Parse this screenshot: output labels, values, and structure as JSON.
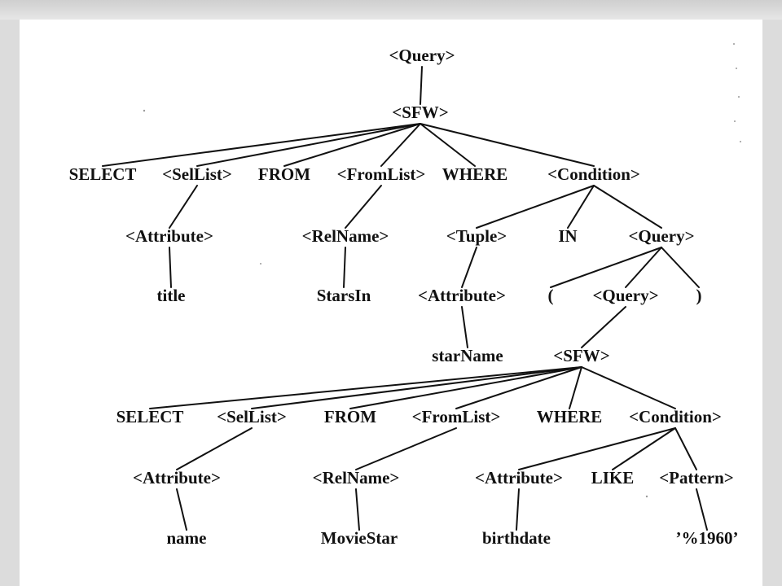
{
  "diagram": {
    "nodes": [
      {
        "id": "q1",
        "label": "<Query>"
      },
      {
        "id": "sfw1",
        "label": "<SFW>"
      },
      {
        "id": "select1",
        "label": "SELECT"
      },
      {
        "id": "sellist1",
        "label": "<SelList>"
      },
      {
        "id": "from1",
        "label": "FROM"
      },
      {
        "id": "fromlist1",
        "label": "<FromList>"
      },
      {
        "id": "where1",
        "label": "WHERE"
      },
      {
        "id": "cond1",
        "label": "<Condition>"
      },
      {
        "id": "attr1",
        "label": "<Attribute>"
      },
      {
        "id": "relname1",
        "label": "<RelName>"
      },
      {
        "id": "tuple1",
        "label": "<Tuple>"
      },
      {
        "id": "in1",
        "label": "IN"
      },
      {
        "id": "q2",
        "label": "<Query>"
      },
      {
        "id": "title",
        "label": "title"
      },
      {
        "id": "starsin",
        "label": "StarsIn"
      },
      {
        "id": "attr2",
        "label": "<Attribute>"
      },
      {
        "id": "lparen",
        "label": "("
      },
      {
        "id": "q3",
        "label": "<Query>"
      },
      {
        "id": "rparen",
        "label": ")"
      },
      {
        "id": "starname",
        "label": "starName"
      },
      {
        "id": "sfw2",
        "label": "<SFW>"
      },
      {
        "id": "select2",
        "label": "SELECT"
      },
      {
        "id": "sellist2",
        "label": "<SelList>"
      },
      {
        "id": "from2",
        "label": "FROM"
      },
      {
        "id": "fromlist2",
        "label": "<FromList>"
      },
      {
        "id": "where2",
        "label": "WHERE"
      },
      {
        "id": "cond2",
        "label": "<Condition>"
      },
      {
        "id": "attr3",
        "label": "<Attribute>"
      },
      {
        "id": "relname2",
        "label": "<RelName>"
      },
      {
        "id": "attr4",
        "label": "<Attribute>"
      },
      {
        "id": "like",
        "label": "LIKE"
      },
      {
        "id": "pattern",
        "label": "<Pattern>"
      },
      {
        "id": "name",
        "label": "name"
      },
      {
        "id": "moviestar",
        "label": "MovieStar"
      },
      {
        "id": "birthdate",
        "label": "birthdate"
      },
      {
        "id": "pct1960",
        "label": "’%1960’"
      }
    ],
    "edges": [
      [
        "q1",
        "sfw1"
      ],
      [
        "sfw1",
        "select1"
      ],
      [
        "sfw1",
        "sellist1"
      ],
      [
        "sfw1",
        "from1"
      ],
      [
        "sfw1",
        "fromlist1"
      ],
      [
        "sfw1",
        "where1"
      ],
      [
        "sfw1",
        "cond1"
      ],
      [
        "sellist1",
        "attr1"
      ],
      [
        "fromlist1",
        "relname1"
      ],
      [
        "cond1",
        "tuple1"
      ],
      [
        "cond1",
        "in1"
      ],
      [
        "cond1",
        "q2"
      ],
      [
        "attr1",
        "title"
      ],
      [
        "relname1",
        "starsin"
      ],
      [
        "tuple1",
        "attr2"
      ],
      [
        "q2",
        "lparen"
      ],
      [
        "q2",
        "q3"
      ],
      [
        "q2",
        "rparen"
      ],
      [
        "attr2",
        "starname"
      ],
      [
        "q3",
        "sfw2"
      ],
      [
        "sfw2",
        "select2"
      ],
      [
        "sfw2",
        "sellist2"
      ],
      [
        "sfw2",
        "from2"
      ],
      [
        "sfw2",
        "fromlist2"
      ],
      [
        "sfw2",
        "where2"
      ],
      [
        "sfw2",
        "cond2"
      ],
      [
        "sellist2",
        "attr3"
      ],
      [
        "fromlist2",
        "relname2"
      ],
      [
        "cond2",
        "attr4"
      ],
      [
        "cond2",
        "like"
      ],
      [
        "cond2",
        "pattern"
      ],
      [
        "attr3",
        "name"
      ],
      [
        "relname2",
        "moviestar"
      ],
      [
        "attr4",
        "birthdate"
      ],
      [
        "pattern",
        "pct1960"
      ]
    ]
  }
}
